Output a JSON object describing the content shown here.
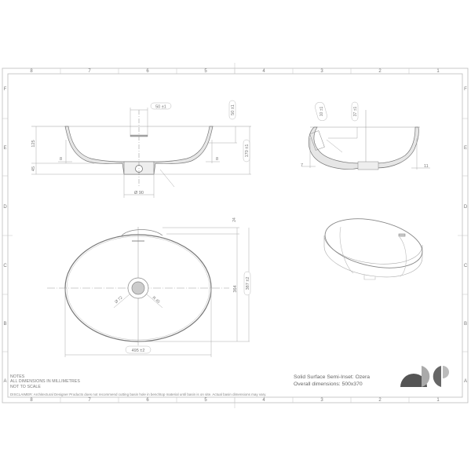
{
  "sheet": {
    "columns_top": [
      "8",
      "7",
      "6",
      "5",
      "4",
      "3",
      "2",
      "1"
    ],
    "columns_bottom": [
      "8",
      "7",
      "6",
      "5",
      "4",
      "3",
      "2",
      "1"
    ],
    "rows_left": [
      "F",
      "E",
      "D",
      "C",
      "B",
      "A"
    ],
    "rows_right": [
      "F",
      "E",
      "D",
      "C",
      "B",
      "A"
    ]
  },
  "front_view": {
    "dims": {
      "waste_width": "50 ±1",
      "top_to_hole": "50 ±1",
      "bowl_depth": "125",
      "base_height": "45",
      "overall_height": "170 ±1",
      "wall_left": "8",
      "wall_right": "8",
      "waste_diameter": "Ø 90"
    }
  },
  "side_view": {
    "dims": {
      "overflow_label": "10 ±1",
      "overflow_drop": "37 ±1",
      "wall_left": "7",
      "wall_right": "11"
    }
  },
  "plan_view": {
    "dims": {
      "overall_width": "495 ±2",
      "bowl_length": "364",
      "overall_length": "387 ±2",
      "lip": "24",
      "waste_outer": "Ø 72",
      "waste_radius": "R 45"
    }
  },
  "notes": {
    "heading": "NOTES",
    "line1": "ALL DIMENSIONS IN MILLIMETRES",
    "line2": "NOT TO SCALE",
    "disclaimer": "DISCLAIMER: Architectural Designer Products does not recommend cutting basin hole in benchtop material until basin is on site. Actual basin dimensions may vary."
  },
  "title_block": {
    "product": "Solid Surface Semi-Inset: Ozera",
    "dimensions": "Overall dimensions: 500x370"
  },
  "logo": {
    "name": "adp-logo",
    "colors": [
      "#555555",
      "#aaaaaa",
      "#666666",
      "#bbbbbb"
    ]
  }
}
